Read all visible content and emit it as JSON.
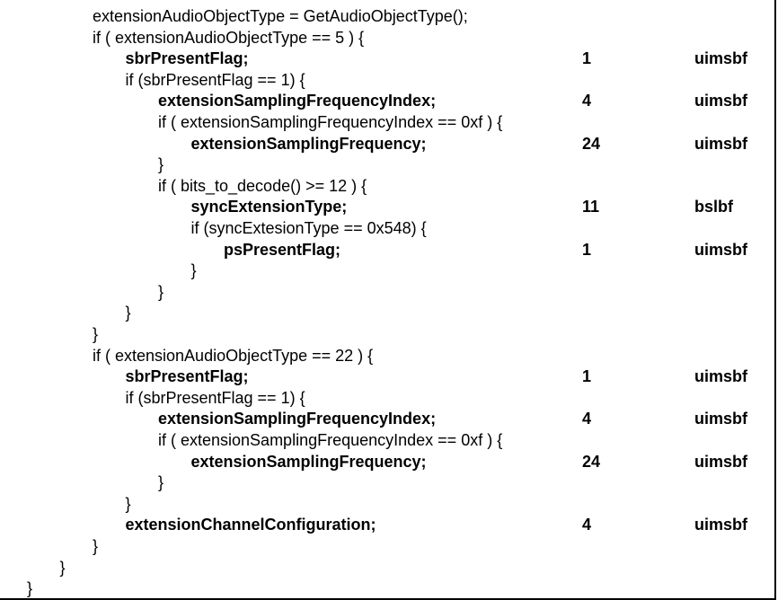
{
  "rows": [
    {
      "syntax": "extensionAudioObjectType = GetAudioObjectType();",
      "indent": 2,
      "bold": false,
      "bits": "",
      "mnemonic": ""
    },
    {
      "syntax": "if ( extensionAudioObjectType == 5 ) {",
      "indent": 2,
      "bold": false,
      "bits": "",
      "mnemonic": ""
    },
    {
      "syntax": "sbrPresentFlag;",
      "indent": 3,
      "bold": true,
      "bits": "1",
      "mnemonic": "uimsbf"
    },
    {
      "syntax": "if (sbrPresentFlag == 1) {",
      "indent": 3,
      "bold": false,
      "bits": "",
      "mnemonic": ""
    },
    {
      "syntax": "extensionSamplingFrequencyIndex;",
      "indent": 4,
      "bold": true,
      "bits": "4",
      "mnemonic": "uimsbf"
    },
    {
      "syntax": "if ( extensionSamplingFrequencyIndex == 0xf ) {",
      "indent": 4,
      "bold": false,
      "bits": "",
      "mnemonic": ""
    },
    {
      "syntax": "extensionSamplingFrequency;",
      "indent": 5,
      "bold": true,
      "bits": "24",
      "mnemonic": "uimsbf"
    },
    {
      "syntax": "}",
      "indent": 4,
      "bold": false,
      "bits": "",
      "mnemonic": ""
    },
    {
      "syntax": "if ( bits_to_decode() >= 12 ) {",
      "indent": 4,
      "bold": false,
      "bits": "",
      "mnemonic": ""
    },
    {
      "syntax": "syncExtensionType;",
      "indent": 5,
      "bold": true,
      "bits": "11",
      "mnemonic": "bslbf"
    },
    {
      "syntax": "if (syncExtesionType == 0x548) {",
      "indent": 5,
      "bold": false,
      "bits": "",
      "mnemonic": ""
    },
    {
      "syntax": "psPresentFlag;",
      "indent": 6,
      "bold": true,
      "bits": "1",
      "mnemonic": "uimsbf"
    },
    {
      "syntax": "}",
      "indent": 5,
      "bold": false,
      "bits": "",
      "mnemonic": ""
    },
    {
      "syntax": "}",
      "indent": 4,
      "bold": false,
      "bits": "",
      "mnemonic": ""
    },
    {
      "syntax": "}",
      "indent": 3,
      "bold": false,
      "bits": "",
      "mnemonic": ""
    },
    {
      "syntax": "}",
      "indent": 2,
      "bold": false,
      "bits": "",
      "mnemonic": ""
    },
    {
      "syntax": "if ( extensionAudioObjectType == 22 ) {",
      "indent": 2,
      "bold": false,
      "bits": "",
      "mnemonic": ""
    },
    {
      "syntax": "sbrPresentFlag;",
      "indent": 3,
      "bold": true,
      "bits": "1",
      "mnemonic": "uimsbf"
    },
    {
      "syntax": "if (sbrPresentFlag == 1) {",
      "indent": 3,
      "bold": false,
      "bits": "",
      "mnemonic": ""
    },
    {
      "syntax": "extensionSamplingFrequencyIndex;",
      "indent": 4,
      "bold": true,
      "bits": "4",
      "mnemonic": "uimsbf"
    },
    {
      "syntax": "if ( extensionSamplingFrequencyIndex == 0xf ) {",
      "indent": 4,
      "bold": false,
      "bits": "",
      "mnemonic": ""
    },
    {
      "syntax": "extensionSamplingFrequency;",
      "indent": 5,
      "bold": true,
      "bits": "24",
      "mnemonic": "uimsbf"
    },
    {
      "syntax": "}",
      "indent": 4,
      "bold": false,
      "bits": "",
      "mnemonic": ""
    },
    {
      "syntax": "}",
      "indent": 3,
      "bold": false,
      "bits": "",
      "mnemonic": ""
    },
    {
      "syntax": "extensionChannelConfiguration;",
      "indent": 3,
      "bold": true,
      "bits": "4",
      "mnemonic": "uimsbf"
    },
    {
      "syntax": "}",
      "indent": 2,
      "bold": false,
      "bits": "",
      "mnemonic": ""
    },
    {
      "syntax": "}",
      "indent": 1,
      "bold": false,
      "bits": "",
      "mnemonic": ""
    },
    {
      "syntax": "}",
      "indent": 0,
      "bold": false,
      "bits": "",
      "mnemonic": ""
    }
  ]
}
